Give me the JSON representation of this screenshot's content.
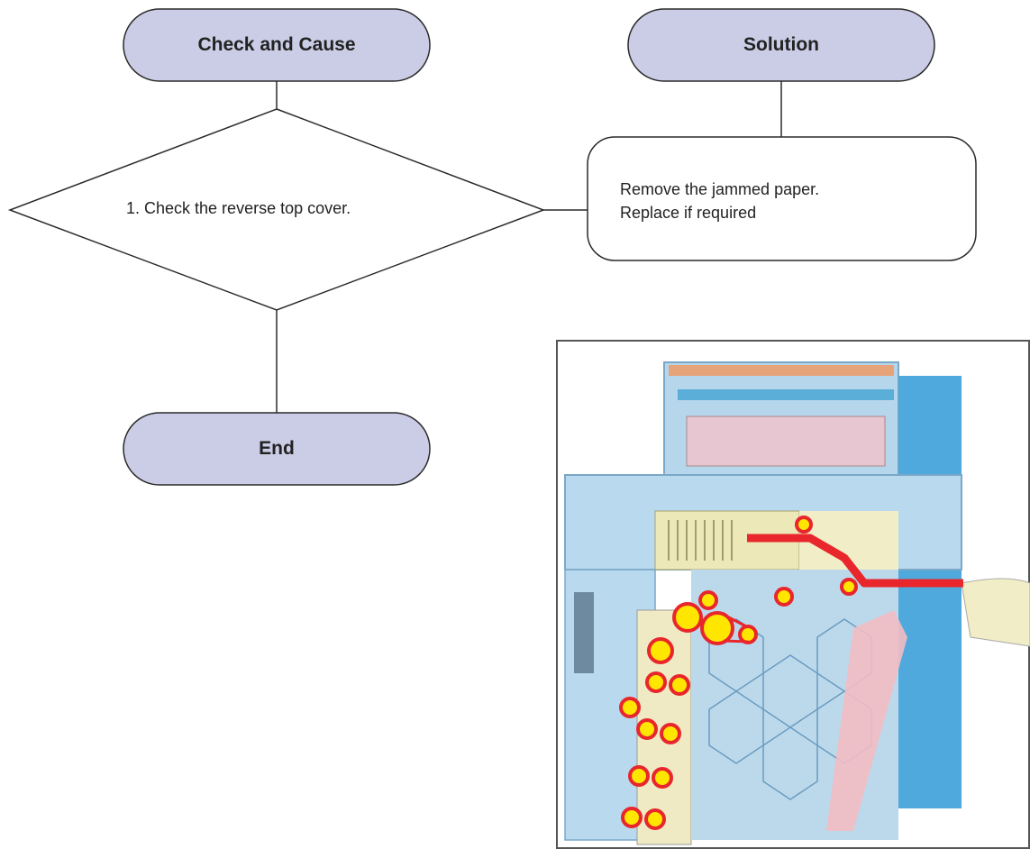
{
  "flowchart": {
    "start_label": "Check and Cause",
    "solution_label": "Solution",
    "check_text": "1. Check the reverse top cover.",
    "solution_lines": [
      "Remove the jammed paper.",
      "Replace if required"
    ],
    "end_label": "End"
  },
  "colors": {
    "pill_fill": "#cbcde6",
    "stroke": "#2a2a2a",
    "paper_path": "#e8262b",
    "roller_fill": "#ffe600",
    "roller_ring": "#e8262b"
  },
  "illustration": {
    "subject": "printer cross-section showing reverse top cover paper path and rollers"
  }
}
